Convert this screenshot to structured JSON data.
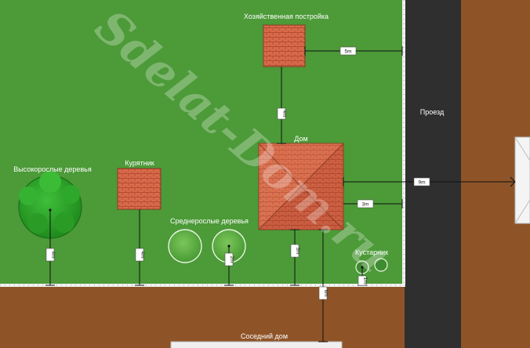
{
  "labels": {
    "shed": "Хозяйственная постройка",
    "house": "Дом",
    "coop": "Курятник",
    "tall_trees": "Высокорослые деревья",
    "mid_trees": "Среднерослые деревья",
    "bushes": "Кустарник",
    "driveway": "Проезд",
    "neighbor": "Соседний дом"
  },
  "dimensions": {
    "shed_to_road": "5m",
    "shed_to_house": "4m",
    "house_to_road_near": "3m",
    "house_to_road_far": "9m",
    "tall_tree_to_fence": "4m",
    "coop_to_fence": "4m",
    "mid_tree_to_fence": "2m",
    "house_to_fence": "3m",
    "house_to_neighbor": "6m",
    "bush_to_fence": "1m"
  },
  "watermark": "Sdelat-Dom.ru",
  "colors": {
    "lawn": "#4c9a38",
    "road": "#2f2f2f",
    "soil": "#8e5428",
    "roof": "#d86a4a",
    "tree_tall": "#2e9e2a",
    "tree_mid": "#5fae45"
  }
}
